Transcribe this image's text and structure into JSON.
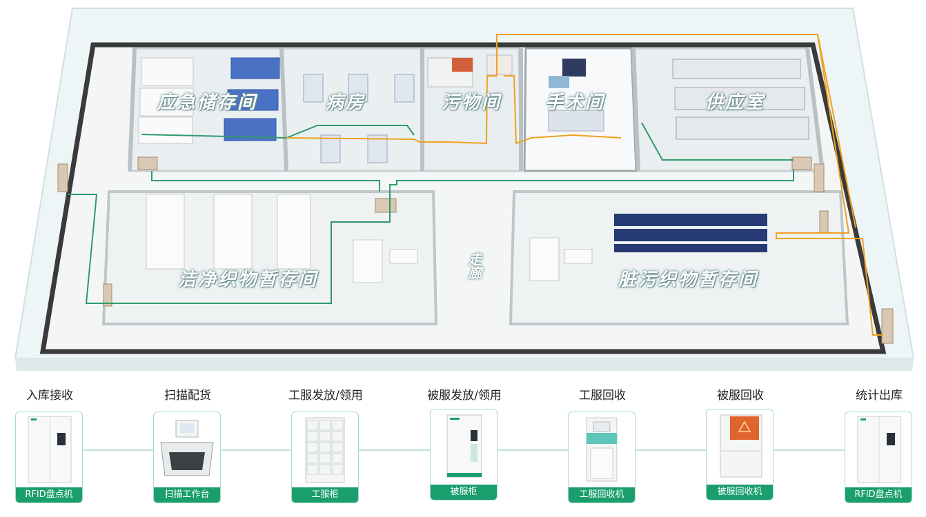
{
  "rooms": {
    "emergency_storage": "应急储存间",
    "ward": "病房",
    "dirty_room": "污物间",
    "operating_room": "手术间",
    "supply_room": "供应室",
    "clean_linen_storage": "洁净织物暂存间",
    "corridor": "走廊",
    "dirty_linen_storage": "脏污织物暂存间"
  },
  "process_steps": [
    {
      "title": "入库接收",
      "device": "RFID盘点机",
      "icon": "rfid-inventory-cabinet-icon"
    },
    {
      "title": "扫描配货",
      "device": "扫描工作台",
      "icon": "scan-workbench-icon"
    },
    {
      "title": "工服发放/领用",
      "device": "工服柜",
      "icon": "uniform-locker-icon"
    },
    {
      "title": "被服发放/领用",
      "device": "被服柜",
      "icon": "linen-dispenser-icon"
    },
    {
      "title": "工服回收",
      "device": "工服回收机",
      "icon": "uniform-recycler-icon"
    },
    {
      "title": "被服回收",
      "device": "被服回收机",
      "icon": "linen-recycler-icon"
    },
    {
      "title": "统计出库",
      "device": "RFID盘点机",
      "icon": "rfid-inventory-cabinet-icon"
    }
  ],
  "colors": {
    "brand_green": "#1a9e6e",
    "card_border": "#a8dcc4",
    "route_orange": "#f0a020",
    "route_green": "#2f9a6a"
  }
}
